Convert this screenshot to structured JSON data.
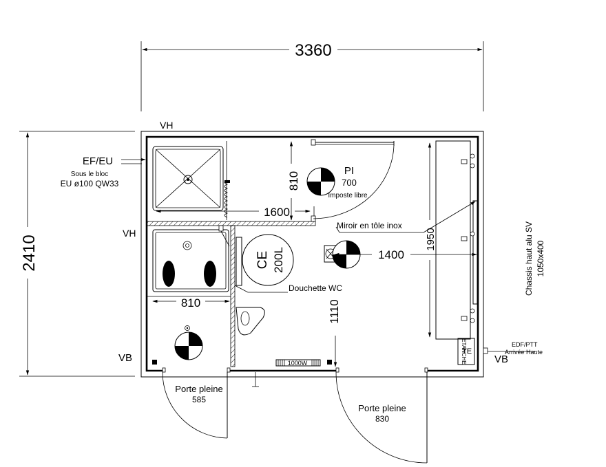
{
  "dimensions": {
    "overall_width": "3360",
    "overall_height": "2410",
    "cabin_width": "1600",
    "door_offset": "810",
    "mirror_span": "1400",
    "wall_length": "1950",
    "wc_depth": "1110",
    "shower_width": "810"
  },
  "labels": {
    "vh_top": "VH",
    "vh_left": "VH",
    "vb_left": "VB",
    "vb_right": "VB",
    "ef_eu": "EF/EU",
    "sous_le_bloc": "Sous le bloc",
    "eu_spec": "EU ø100  QW33",
    "pi": "PI",
    "pi_size": "700",
    "imposte": "Imposte libre",
    "miroir": "Miroir en tôle inox",
    "ce": "CE",
    "ce_volume": "200L",
    "douchette": "Douchette WC",
    "heater": "1000W",
    "porte_left": "Porte pleine",
    "porte_left_size": "585",
    "porte_right": "Porte pleine",
    "porte_right_size": "830",
    "chassis_line1": "Chassis haut alu SV",
    "chassis_line2": "1050x400",
    "te": "TE",
    "etanche": "ETANCHE",
    "edf_ptt": "EDF/PTT",
    "arrivee": "Arrivée Haute"
  }
}
